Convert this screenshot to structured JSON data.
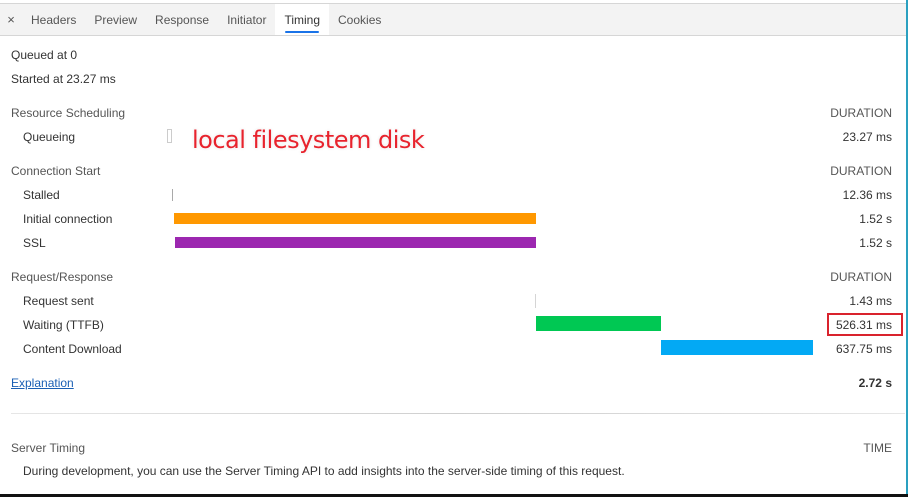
{
  "tabs": {
    "close_label": "×",
    "items": [
      {
        "label": "Headers",
        "active": false
      },
      {
        "label": "Preview",
        "active": false
      },
      {
        "label": "Response",
        "active": false
      },
      {
        "label": "Initiator",
        "active": false
      },
      {
        "label": "Timing",
        "active": true
      },
      {
        "label": "Cookies",
        "active": false
      }
    ]
  },
  "summary": {
    "queued": "Queued at 0",
    "started": "Started at 23.27 ms"
  },
  "annotation": {
    "text": "local filesystem disk",
    "color": "#e8232d"
  },
  "sections": {
    "scheduling": {
      "title": "Resource Scheduling",
      "duration_header": "DURATION",
      "phases": [
        {
          "label": "Queueing",
          "value": "23.27 ms"
        }
      ]
    },
    "connection": {
      "title": "Connection Start",
      "duration_header": "DURATION",
      "phases": [
        {
          "label": "Stalled",
          "value": "12.36 ms"
        },
        {
          "label": "Initial connection",
          "value": "1.52 s",
          "color": "#ff9800"
        },
        {
          "label": "SSL",
          "value": "1.52 s",
          "color": "#9c27b0"
        }
      ]
    },
    "request": {
      "title": "Request/Response",
      "duration_header": "DURATION",
      "phases": [
        {
          "label": "Request sent",
          "value": "1.43 ms"
        },
        {
          "label": "Waiting (TTFB)",
          "value": "526.31 ms",
          "color": "#00c853",
          "highlighted": true
        },
        {
          "label": "Content Download",
          "value": "637.75 ms",
          "color": "#03a9f4"
        }
      ]
    }
  },
  "footer": {
    "explanation_link": "Explanation",
    "total": "2.72 s"
  },
  "server_timing": {
    "title": "Server Timing",
    "time_header": "TIME",
    "description": "During development, you can use the Server Timing API to add insights into the server-side timing of this request."
  }
}
